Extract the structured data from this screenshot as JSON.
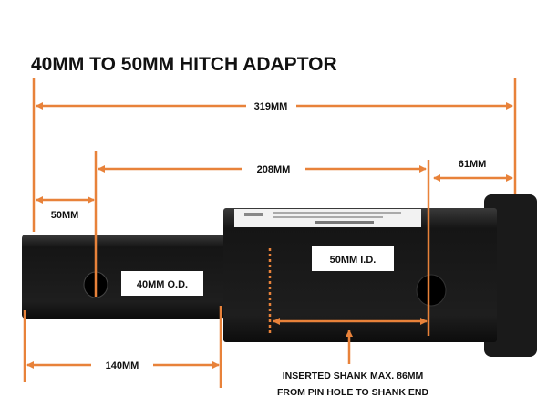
{
  "title": "40MM TO 50MM HITCH ADAPTOR",
  "dimensions": {
    "overall": "319MM",
    "pin_to_pin": "208MM",
    "collar": "61MM",
    "pin_from_end": "50MM",
    "shank_length": "140MM"
  },
  "labels": {
    "outer_diameter": "40MM O.D.",
    "inner_diameter": "50MM I.D."
  },
  "note": {
    "line1": "INSERTED SHANK MAX. 86MM",
    "line2": "FROM PIN HOLE TO SHANK END"
  },
  "colors": {
    "accent": "#E8823A",
    "metal": "#1c1c1c"
  }
}
